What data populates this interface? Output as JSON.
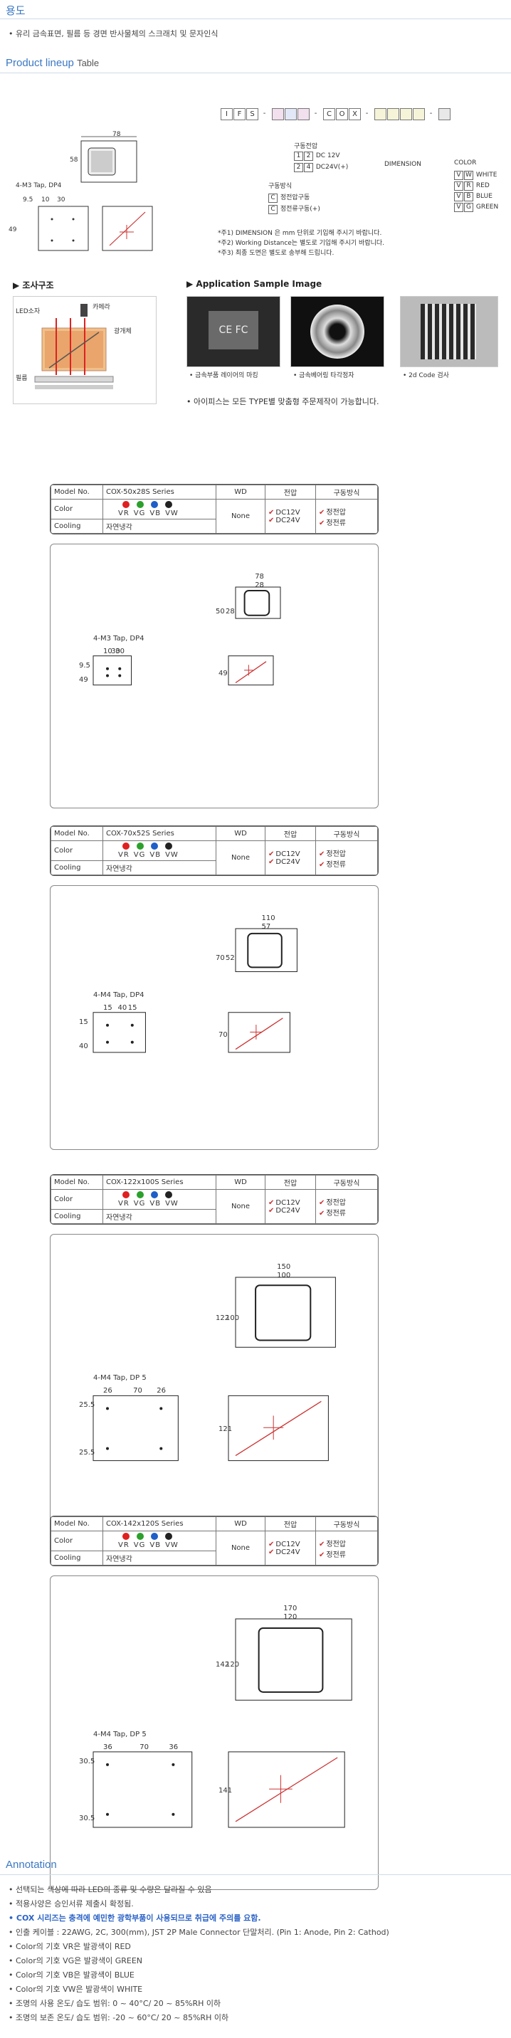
{
  "usage": {
    "title": "용도",
    "bullet": "유리 금속표면, 필름 등 경면 반사물체의 스크래치 및 문자인식"
  },
  "lineup": {
    "title": "Product lineup",
    "subtitle": "Table"
  },
  "code": {
    "letters": [
      "I",
      "F",
      "S",
      "-",
      "",
      "",
      "",
      "-",
      "C",
      "O",
      "X",
      "-",
      "",
      "",
      "",
      "",
      "-",
      ""
    ],
    "drive_label": "구동전압",
    "drive": [
      {
        "a": "1",
        "b": "2",
        "text": "DC 12V"
      },
      {
        "a": "2",
        "b": "4",
        "text": "DC24V(+)"
      }
    ],
    "method_label": "구동방식",
    "method": [
      {
        "k": "C",
        "text": "정전압구동"
      },
      {
        "k": "C",
        "text": "정전류구동(+)"
      }
    ],
    "dimension_label": "DIMENSION",
    "color_label": "COLOR",
    "colors": [
      {
        "a": "V",
        "b": "W",
        "text": "WHITE"
      },
      {
        "a": "V",
        "b": "R",
        "text": "RED"
      },
      {
        "a": "V",
        "b": "B",
        "text": "BLUE"
      },
      {
        "a": "V",
        "b": "G",
        "text": "GREEN"
      }
    ],
    "notes": [
      "*주1) DIMENSION 은 mm 단위로 기입해 주시기 바랍니다.",
      "*주2) Working Distance는 별도로 기입해 주시기 바랍니다.",
      "*주3) 최종 도면은 별도로 송부해 드립니다."
    ]
  },
  "top_drawing": {
    "dim78": "78",
    "dim58": "58",
    "tap": "4-M3 Tap, DP4",
    "d10": "10",
    "d30": "30",
    "d9": "9.5",
    "d49": "49"
  },
  "structure": {
    "title": "▶ 조사구조",
    "led": "LED소자",
    "camera": "카메라",
    "half_mirror": "광개체",
    "target": "필름"
  },
  "application": {
    "title": "▶ Application Sample Image",
    "captions": [
      "• 금속부품 레이어의 마킹",
      "• 금속베어링 타각정자",
      "• 2d Code 검사"
    ],
    "chip_text": "CE FC",
    "note": "• 아이피스는 모든 TYPE별 맞춤형 주문제작이 가능합니다."
  },
  "spec_headers": {
    "model": "Model No.",
    "wd": "WD",
    "voltage": "전압",
    "drive": "구동방식",
    "color": "Color",
    "cooling": "Cooling",
    "cooling_value": "자연냉각",
    "wd_value": "None",
    "v1": "DC12V",
    "v2": "DC24V",
    "d1": "정전압",
    "d2": "정전류",
    "color_codes": [
      "VR",
      "VG",
      "VB",
      "VW"
    ]
  },
  "dot_colors": [
    "#e02020",
    "#2ca02c",
    "#1f5fc8",
    "#222222"
  ],
  "series": [
    {
      "name": "COX-50x28S Series",
      "tap": "4-M3 Tap, DP4",
      "w_outer": "78",
      "w_inner": "28",
      "h_outer": "50",
      "h_inner": "28",
      "a": "9.5",
      "b": "10",
      "c": "30",
      "d": "30",
      "e": "49",
      "f": "49"
    },
    {
      "name": "COX-70x52S Series",
      "tap": "4-M4 Tap, DP4",
      "w_outer": "110",
      "w_inner": "57",
      "h_outer": "70",
      "h_inner": "52",
      "a": "15",
      "b": "15",
      "c": "40",
      "d": "15",
      "e": "40",
      "f": "70"
    },
    {
      "name": "COX-122x100S Series",
      "tap": "4-M4 Tap, DP 5",
      "w_outer": "150",
      "w_inner": "100",
      "h_outer": "122",
      "h_inner": "100",
      "a": "25.5",
      "b": "26",
      "c": "70",
      "d": "26",
      "e": "25.5",
      "f": "121"
    },
    {
      "name": "COX-142x120S Series",
      "tap": "4-M4 Tap, DP 5",
      "w_outer": "170",
      "w_inner": "120",
      "h_outer": "142",
      "h_inner": "120",
      "a": "30.5",
      "b": "36",
      "c": "70",
      "d": "36",
      "e": "30.5",
      "f": "141"
    }
  ],
  "annotation": {
    "title": "Annotation",
    "bullets": [
      "선택되는 색상에 따라 LED의 종류 및 수량은 달라질 수 있음",
      "적용사양은 승인서류 제출시 확정됨.",
      "COX 시리즈는 충격에 예민한 광학부품이 사용되므로 취급에 주의를 요함.",
      "인출 케이블 : 22AWG, 2C, 300(mm), JST 2P Male Connector 단말처리. (Pin 1: Anode, Pin 2: Cathod)",
      "Color의 기호 VR은 발광색이 RED",
      "Color의 기호 VG은 발광색이 GREEN",
      "Color의 기호 VB은 발광색이 BLUE",
      "Color의 기호 VW은 발광색이 WHITE",
      "조명의 사용 온도/ 습도 범위: 0 ~ 40°C/ 20 ~ 85%RH 이하",
      "조명의 보존 온도/ 습도 범위: -20 ~ 60°C/ 20 ~ 85%RH 이하"
    ]
  }
}
